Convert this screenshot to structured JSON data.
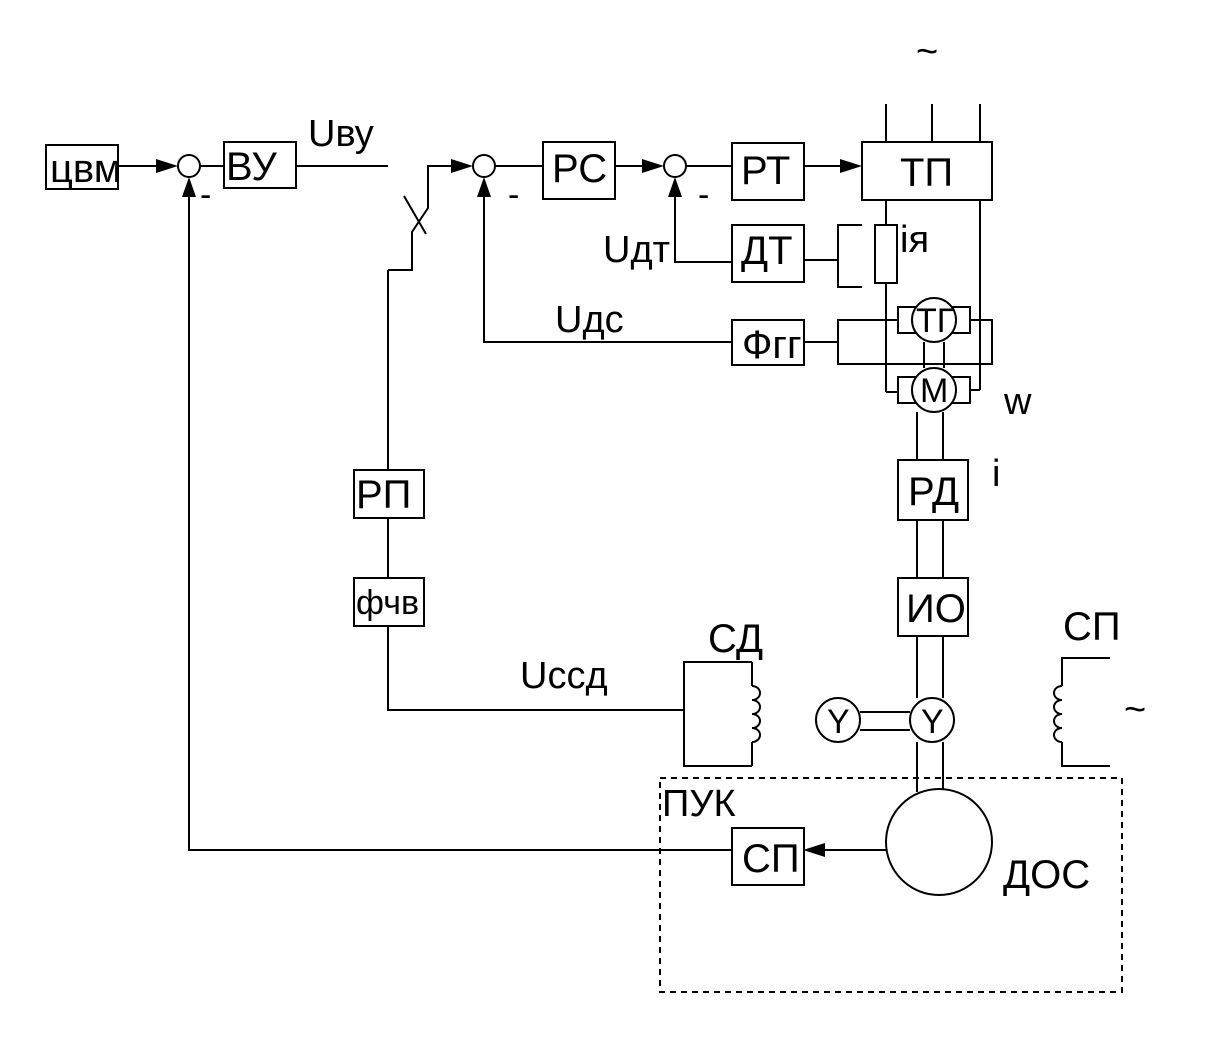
{
  "blocks": {
    "cvm": "цвм",
    "vu": "ВУ",
    "rs": "РС",
    "rt": "РТ",
    "tp": "ТП",
    "dt": "ДТ",
    "fgg": "Фгг",
    "tg": "ТГ",
    "m": "М",
    "rd": "РД",
    "io": "ИО",
    "rp": "РП",
    "fchv": "фчв",
    "sp_sensor": "СП",
    "y_left": "Y",
    "y_right": "Y"
  },
  "labels": {
    "u_vu": "Uву",
    "u_dt": "Uдт",
    "u_ds": "Uдс",
    "u_ssd": "Uссд",
    "i_ya": "iя",
    "w": "w",
    "i": "i",
    "sd": "СД",
    "sp": "СП",
    "puk": "ПУК",
    "dos": "ДОС",
    "ac_top": "~",
    "ac_right": "~"
  },
  "signs": {
    "sum1": "-",
    "sum2": "-",
    "sum3": "-"
  }
}
